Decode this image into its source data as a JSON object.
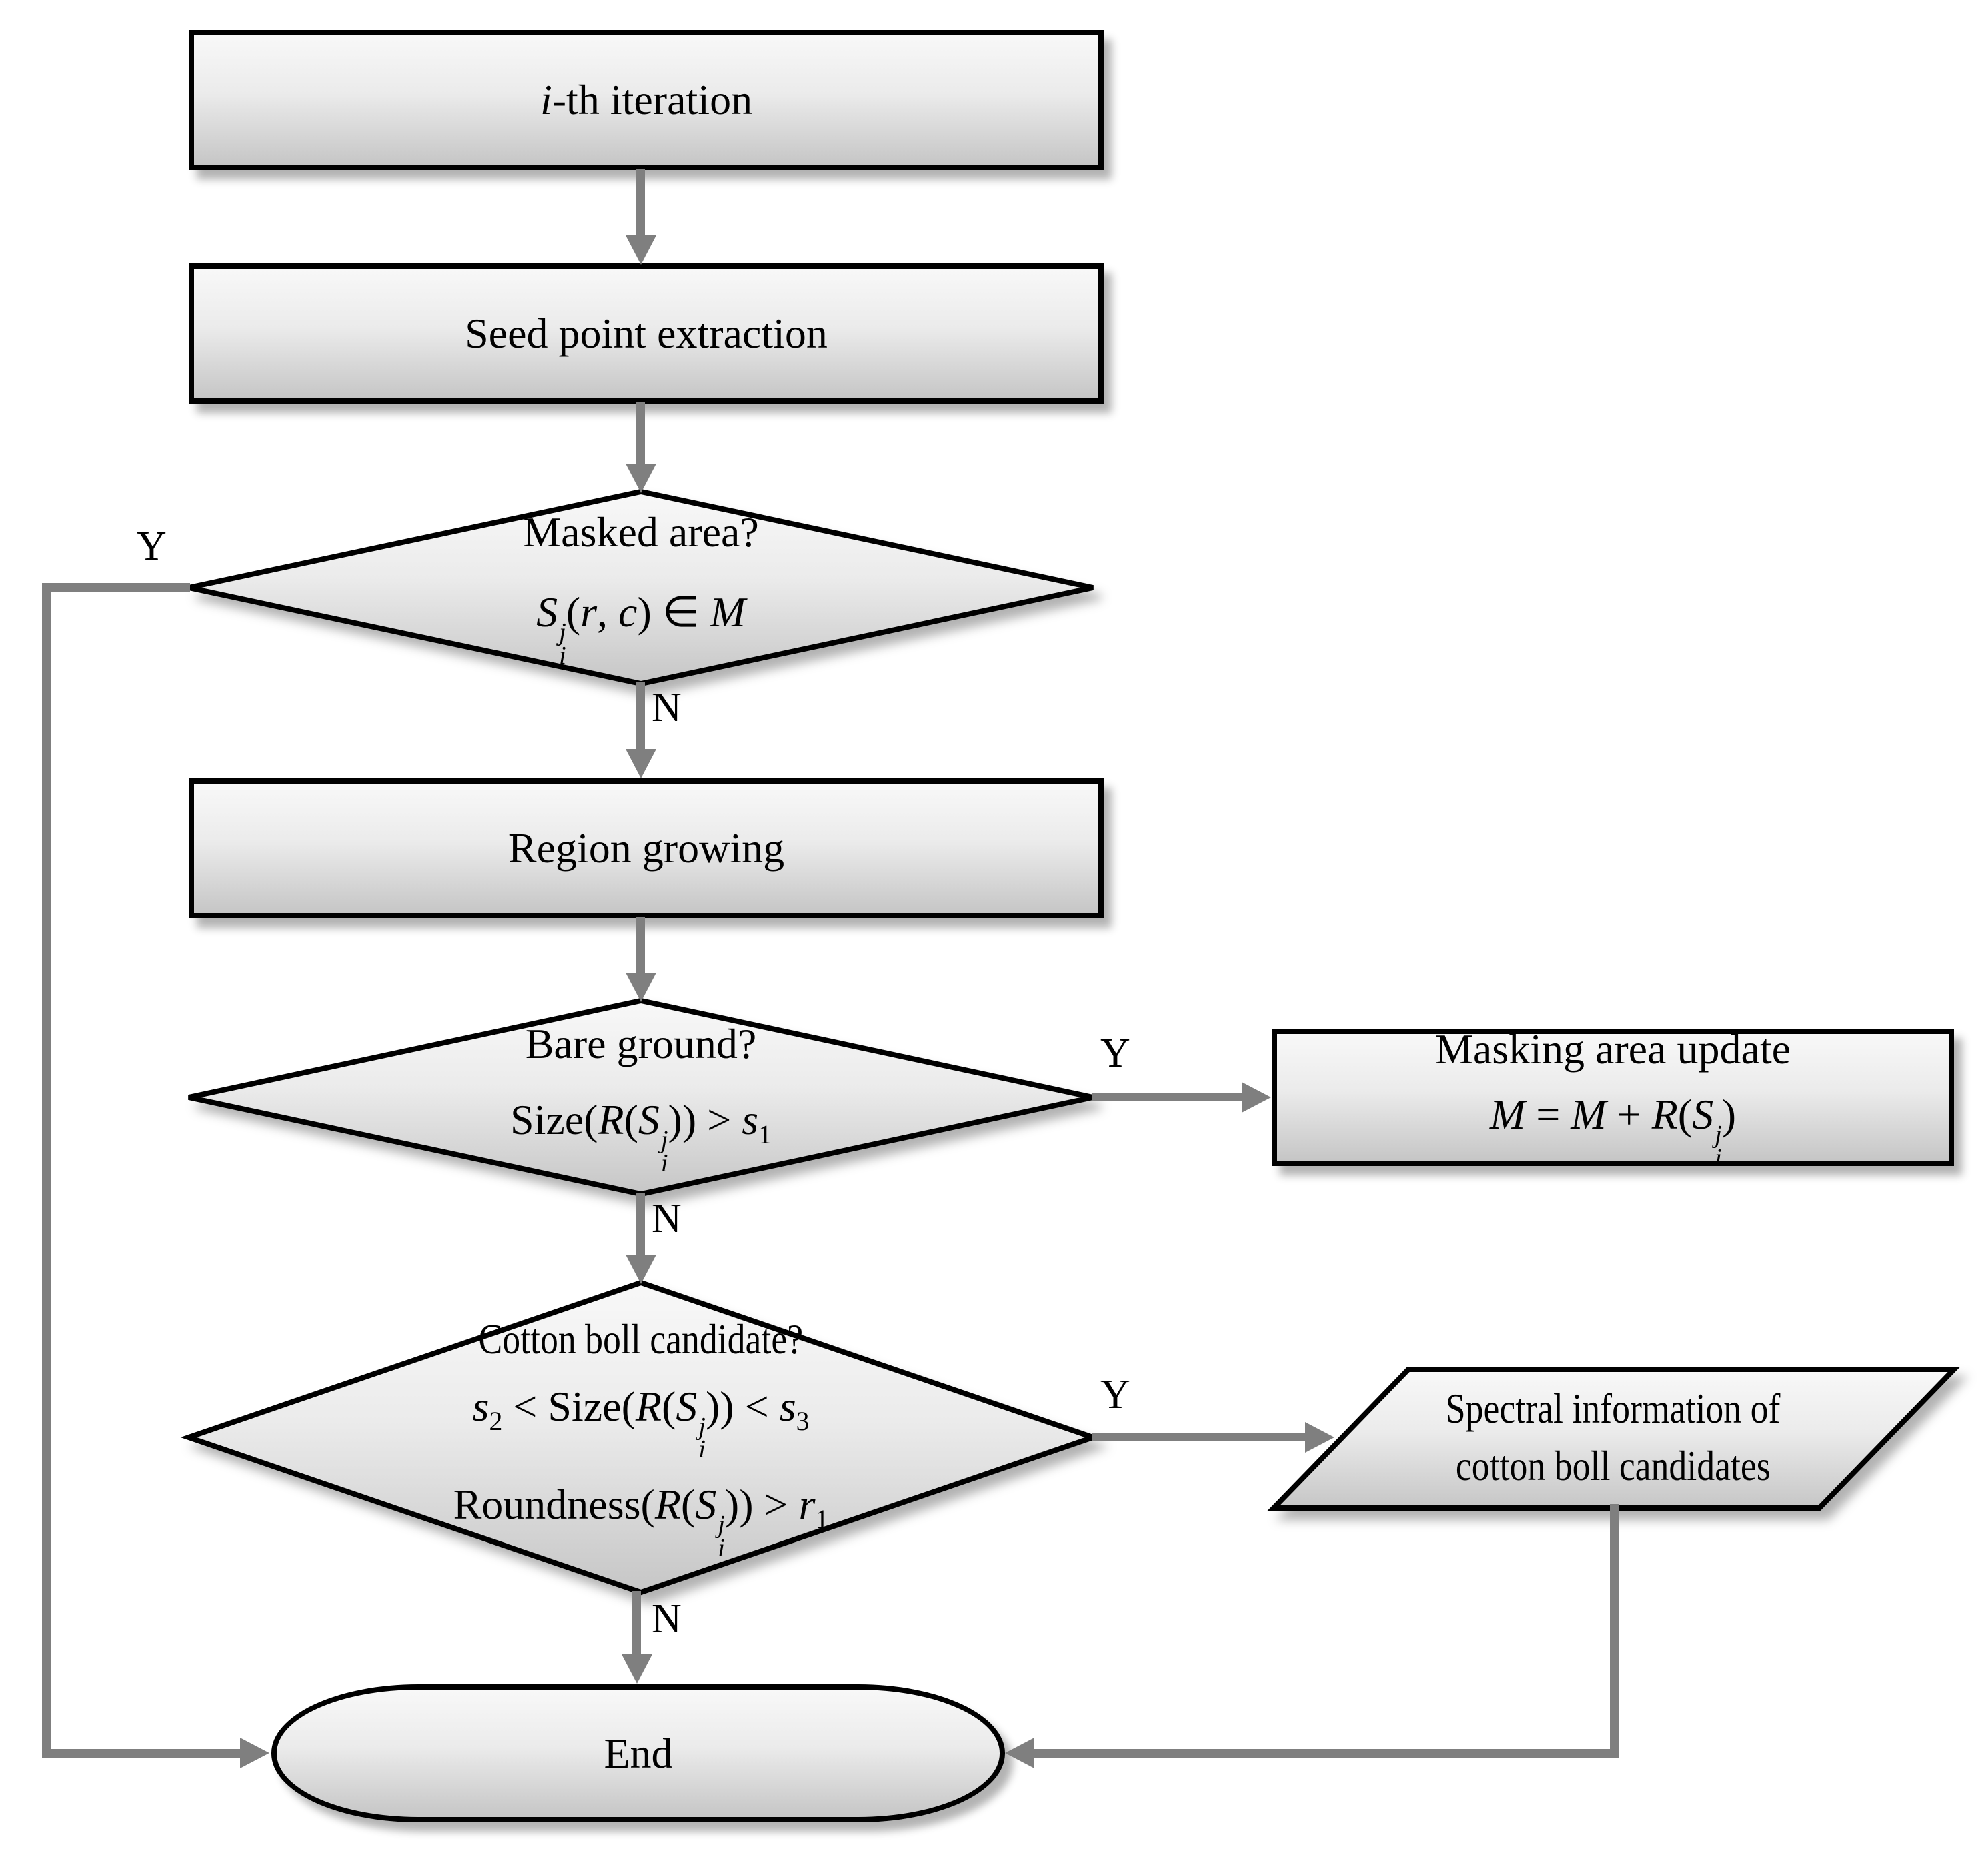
{
  "figure": {
    "type": "flowchart",
    "background": "#ffffff",
    "colors": {
      "shape_border": "#000000",
      "shape_fill_top": "#f8f8f8",
      "shape_fill_bottom": "#c6c6c6",
      "connector": "#7f7f7f",
      "text": "#000000"
    },
    "labels": {
      "yes": "Y",
      "no": "N"
    },
    "nodes": {
      "iteration": {
        "shape": "process",
        "label": "*i*-th iteration"
      },
      "seed_extraction": {
        "shape": "process",
        "label": "Seed point extraction"
      },
      "masked_area": {
        "shape": "decision",
        "question": "Masked area?",
        "condition": "*S*«j|i»(*r*, *c*) ∈ *M*"
      },
      "region_growing": {
        "shape": "process",
        "label": "Region growing"
      },
      "bare_ground": {
        "shape": "decision",
        "question": "Bare ground?",
        "condition": "Size(*R*(*S*«j|i»)) > *s*~1~"
      },
      "masking_update": {
        "shape": "process",
        "title": "Masking area update",
        "formula": "*M* = *M* + *R*(*S*«j|i»)"
      },
      "cotton_candidate": {
        "shape": "decision",
        "question": "Cotton boll candidate?",
        "condition1": "*s*~2~ < Size(*R*(*S*«j|i»)) < *s*~3~",
        "condition2": "Roundness(*R*(*S*«j|i»)) > *r*~1~"
      },
      "spectral_info": {
        "shape": "data",
        "line1": "Spectral information of",
        "line2": "cotton boll candidates"
      },
      "end": {
        "shape": "terminator",
        "label": "End"
      }
    },
    "edges": [
      {
        "from": "iteration",
        "to": "seed_extraction",
        "label": ""
      },
      {
        "from": "seed_extraction",
        "to": "masked_area",
        "label": ""
      },
      {
        "from": "masked_area",
        "to": "end",
        "label": "Y"
      },
      {
        "from": "masked_area",
        "to": "region_growing",
        "label": "N"
      },
      {
        "from": "region_growing",
        "to": "bare_ground",
        "label": ""
      },
      {
        "from": "bare_ground",
        "to": "masking_update",
        "label": "Y"
      },
      {
        "from": "bare_ground",
        "to": "cotton_candidate",
        "label": "N"
      },
      {
        "from": "cotton_candidate",
        "to": "spectral_info",
        "label": "Y"
      },
      {
        "from": "cotton_candidate",
        "to": "end",
        "label": "N"
      },
      {
        "from": "spectral_info",
        "to": "end",
        "label": ""
      }
    ]
  }
}
